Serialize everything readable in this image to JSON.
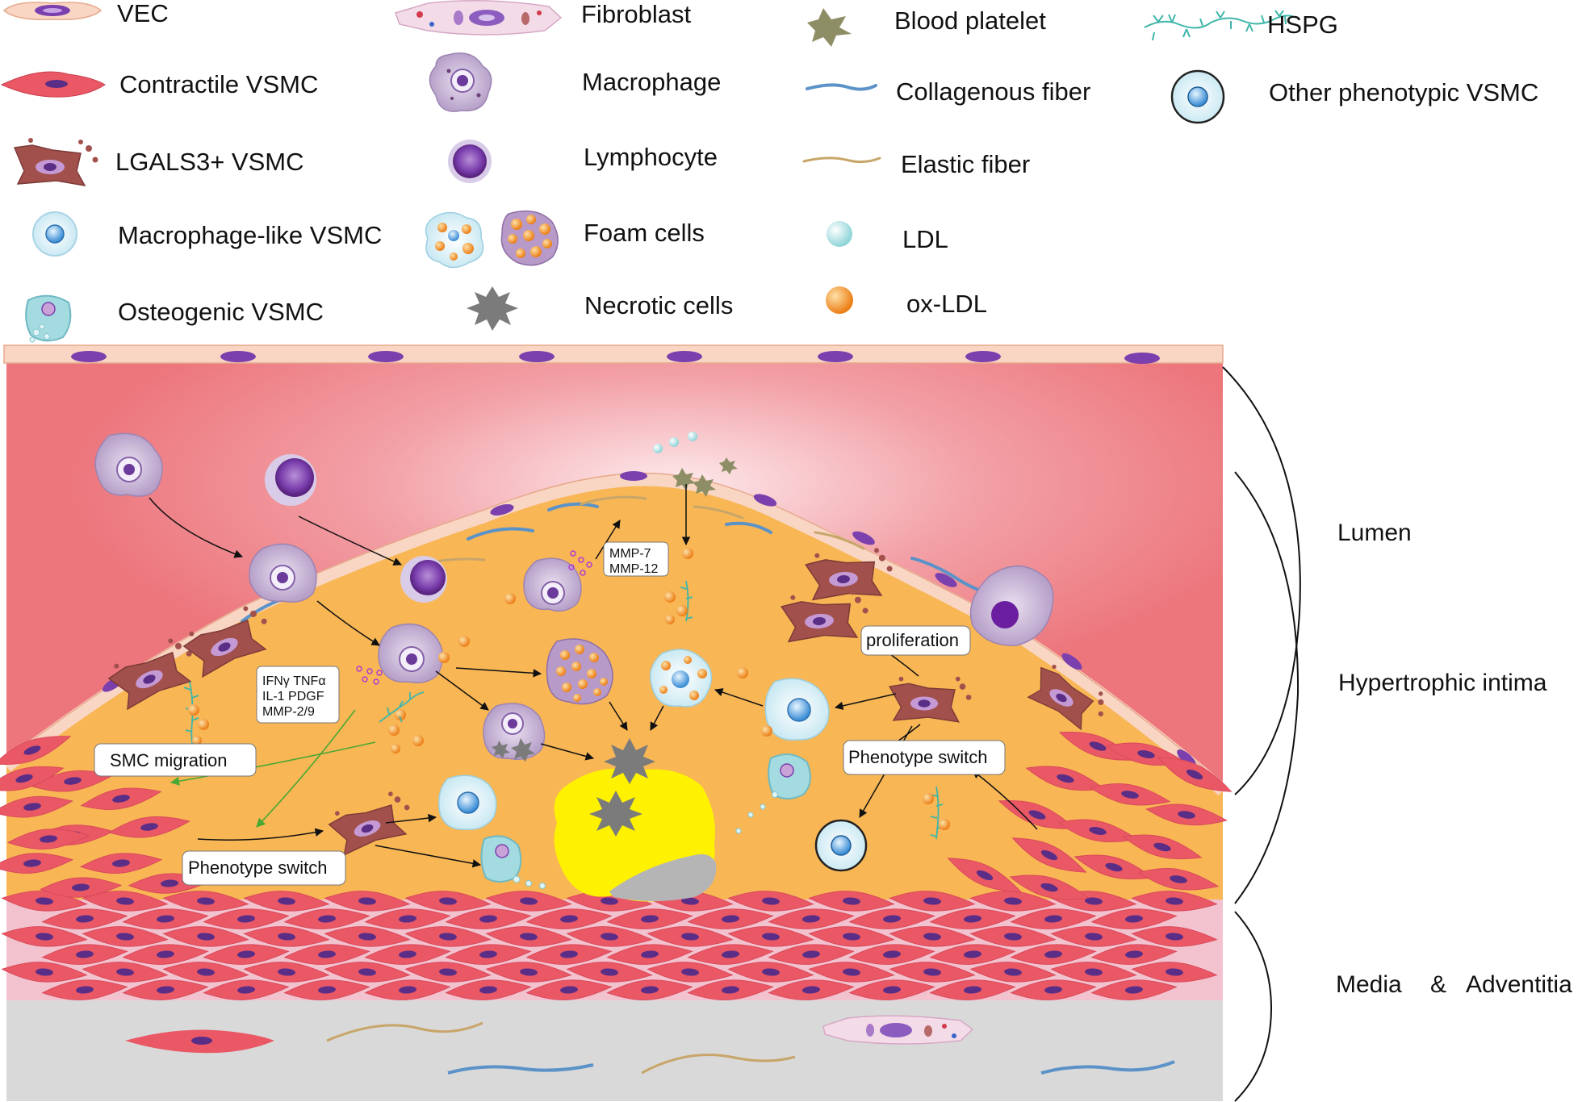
{
  "colors": {
    "lumen": "#ec767c",
    "intima": "#f8b655",
    "vsmc": "#ea5866",
    "vsmc_nucleus": "#5a2e86",
    "adventitia": "#d9d9d9",
    "necrotic_core": "#fff200",
    "collagen": "#5b92c8",
    "elastic": "#c8a66a",
    "ldl": "#bfe8ea",
    "oxldl": "#f08a1f"
  },
  "legend": {
    "vec": "VEC",
    "contractile_vsmc": "Contractile VSMC",
    "lgals3_vsmc": "LGALS3+ VSMC",
    "macrophage_like_vsmc": "Macrophage-like VSMC",
    "osteogenic_vsmc": "Osteogenic VSMC",
    "fibroblast": "Fibroblast",
    "macrophage": "Macrophage",
    "lymphocyte": "Lymphocyte",
    "foam_cells": "Foam cells",
    "necrotic_cells": "Necrotic cells",
    "blood_platelet": "Blood platelet",
    "collagenous_fiber": "Collagenous fiber",
    "elastic_fiber": "Elastic fiber",
    "ldl": "LDL",
    "ox_ldl": "ox-LDL",
    "hspg": "HSPG",
    "other_phenotypic_vsmc": "Other phenotypic VSMC"
  },
  "regions": {
    "lumen": "Lumen",
    "hypertrophic_intima": "Hypertrophic intima",
    "media": "Media",
    "ampersand": "&",
    "adventitia": "Adventitia"
  },
  "labels": {
    "mmp7": "MMP-7",
    "mmp12": "MMP-12",
    "proliferation": "proliferation",
    "cytokine_line1": "IFNγ  TNFα",
    "cytokine_line2": "IL-1   PDGF",
    "cytokine_line3": "MMP-2/9",
    "smc_migration": "SMC migration",
    "phenotype_switch_right": "Phenotype switch",
    "phenotype_switch_left": "Phenotype switch"
  },
  "icons": [
    "vec-cell-icon",
    "contractile-vsmc-icon",
    "lgals3-vsmc-icon",
    "macrophage-like-vsmc-icon",
    "osteogenic-vsmc-icon",
    "fibroblast-icon",
    "macrophage-icon",
    "lymphocyte-icon",
    "foam-cell-icon",
    "necrotic-cell-icon",
    "platelet-icon",
    "collagen-fiber-icon",
    "elastic-fiber-icon",
    "ldl-icon",
    "oxldl-icon",
    "hspg-icon",
    "other-vsmc-icon"
  ]
}
